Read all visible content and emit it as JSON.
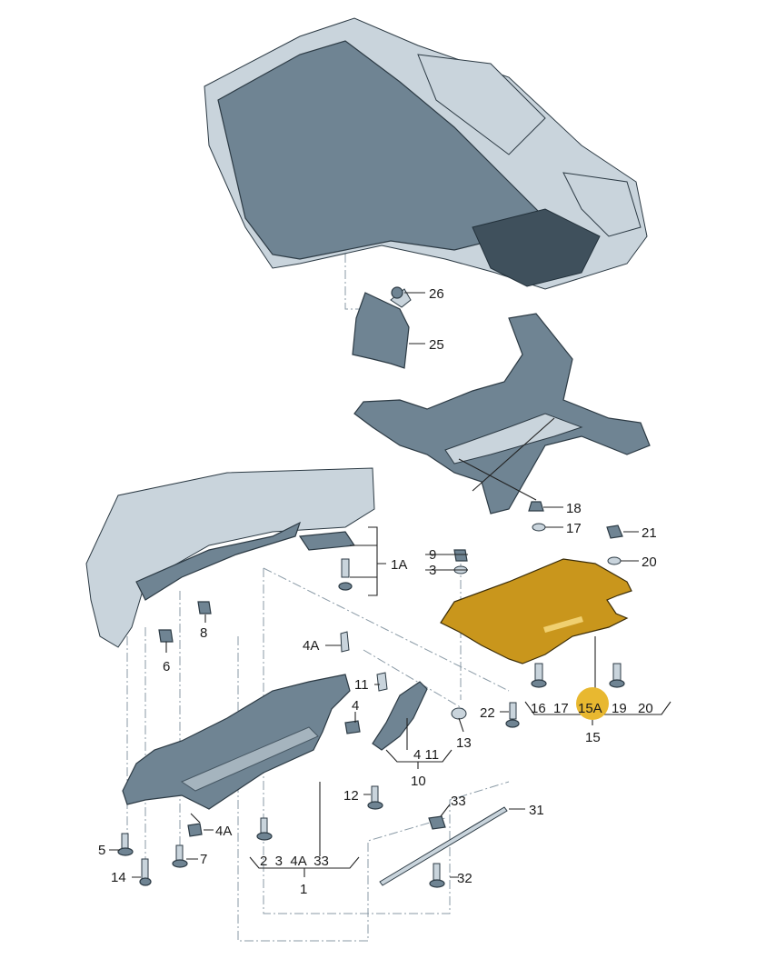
{
  "diagram": {
    "highlight_color": "#e8b830",
    "part_color": "#6f8493",
    "highlighted_part": "15A",
    "labels": {
      "l26": "26",
      "l25": "25",
      "l18": "18",
      "l17a": "17",
      "l21": "21",
      "l20a": "20",
      "l9": "9",
      "l3": "3",
      "l1A": "1A",
      "l8": "8",
      "l6": "6",
      "l4Aa": "4A",
      "l11": "11",
      "l4": "4",
      "l13": "13",
      "l4_11": "4 11",
      "l10": "10",
      "l22": "22",
      "l16": "16",
      "l17b": "17",
      "l15A": "15A",
      "l19": "19",
      "l20b": "20",
      "l15": "15",
      "l12": "12",
      "l33": "33",
      "l31": "31",
      "l5": "5",
      "l4Ab": "4A",
      "l7": "7",
      "l14": "14",
      "l1_group": "2  3  4A  33",
      "l1": "1",
      "l32": "32"
    }
  }
}
